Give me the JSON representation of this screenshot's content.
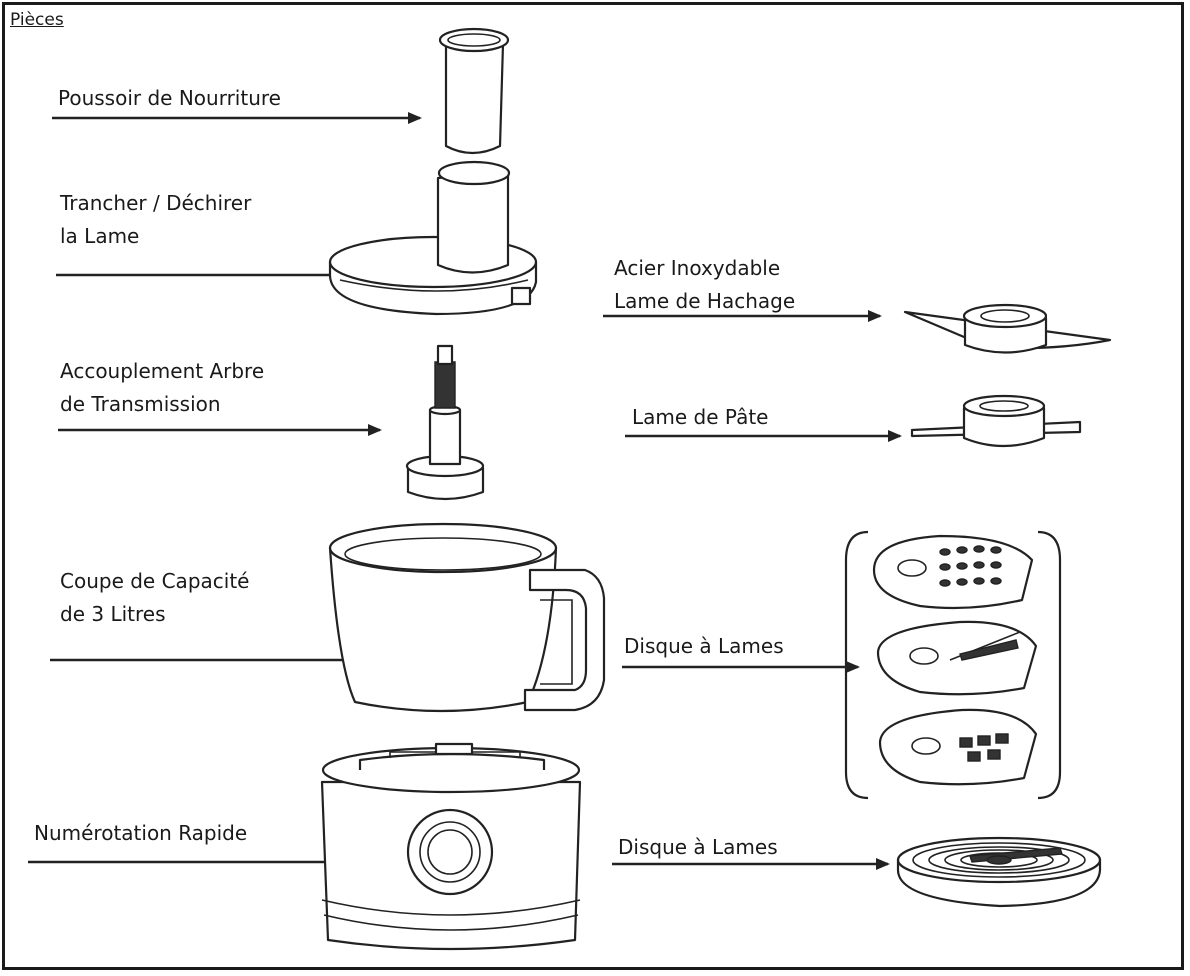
{
  "title": "Pièces",
  "labels": {
    "food_pusher": "Poussoir de Nourriture",
    "slice_shred_line1": "Trancher / Déchirer",
    "slice_shred_line2": "la Lame",
    "steel_line1": "Acier Inoxydable",
    "steel_line2": "Lame de Hachage",
    "coupling_line1": "Accouplement Arbre",
    "coupling_line2": "de Transmission",
    "dough_blade": "Lame de Pâte",
    "bowl_line1": "Coupe de Capacité",
    "bowl_line2": "de 3 Litres",
    "disc_blades_1": "Disque à Lames",
    "speed_dial": "Numérotation Rapide",
    "disc_blades_2": "Disque à Lames"
  }
}
